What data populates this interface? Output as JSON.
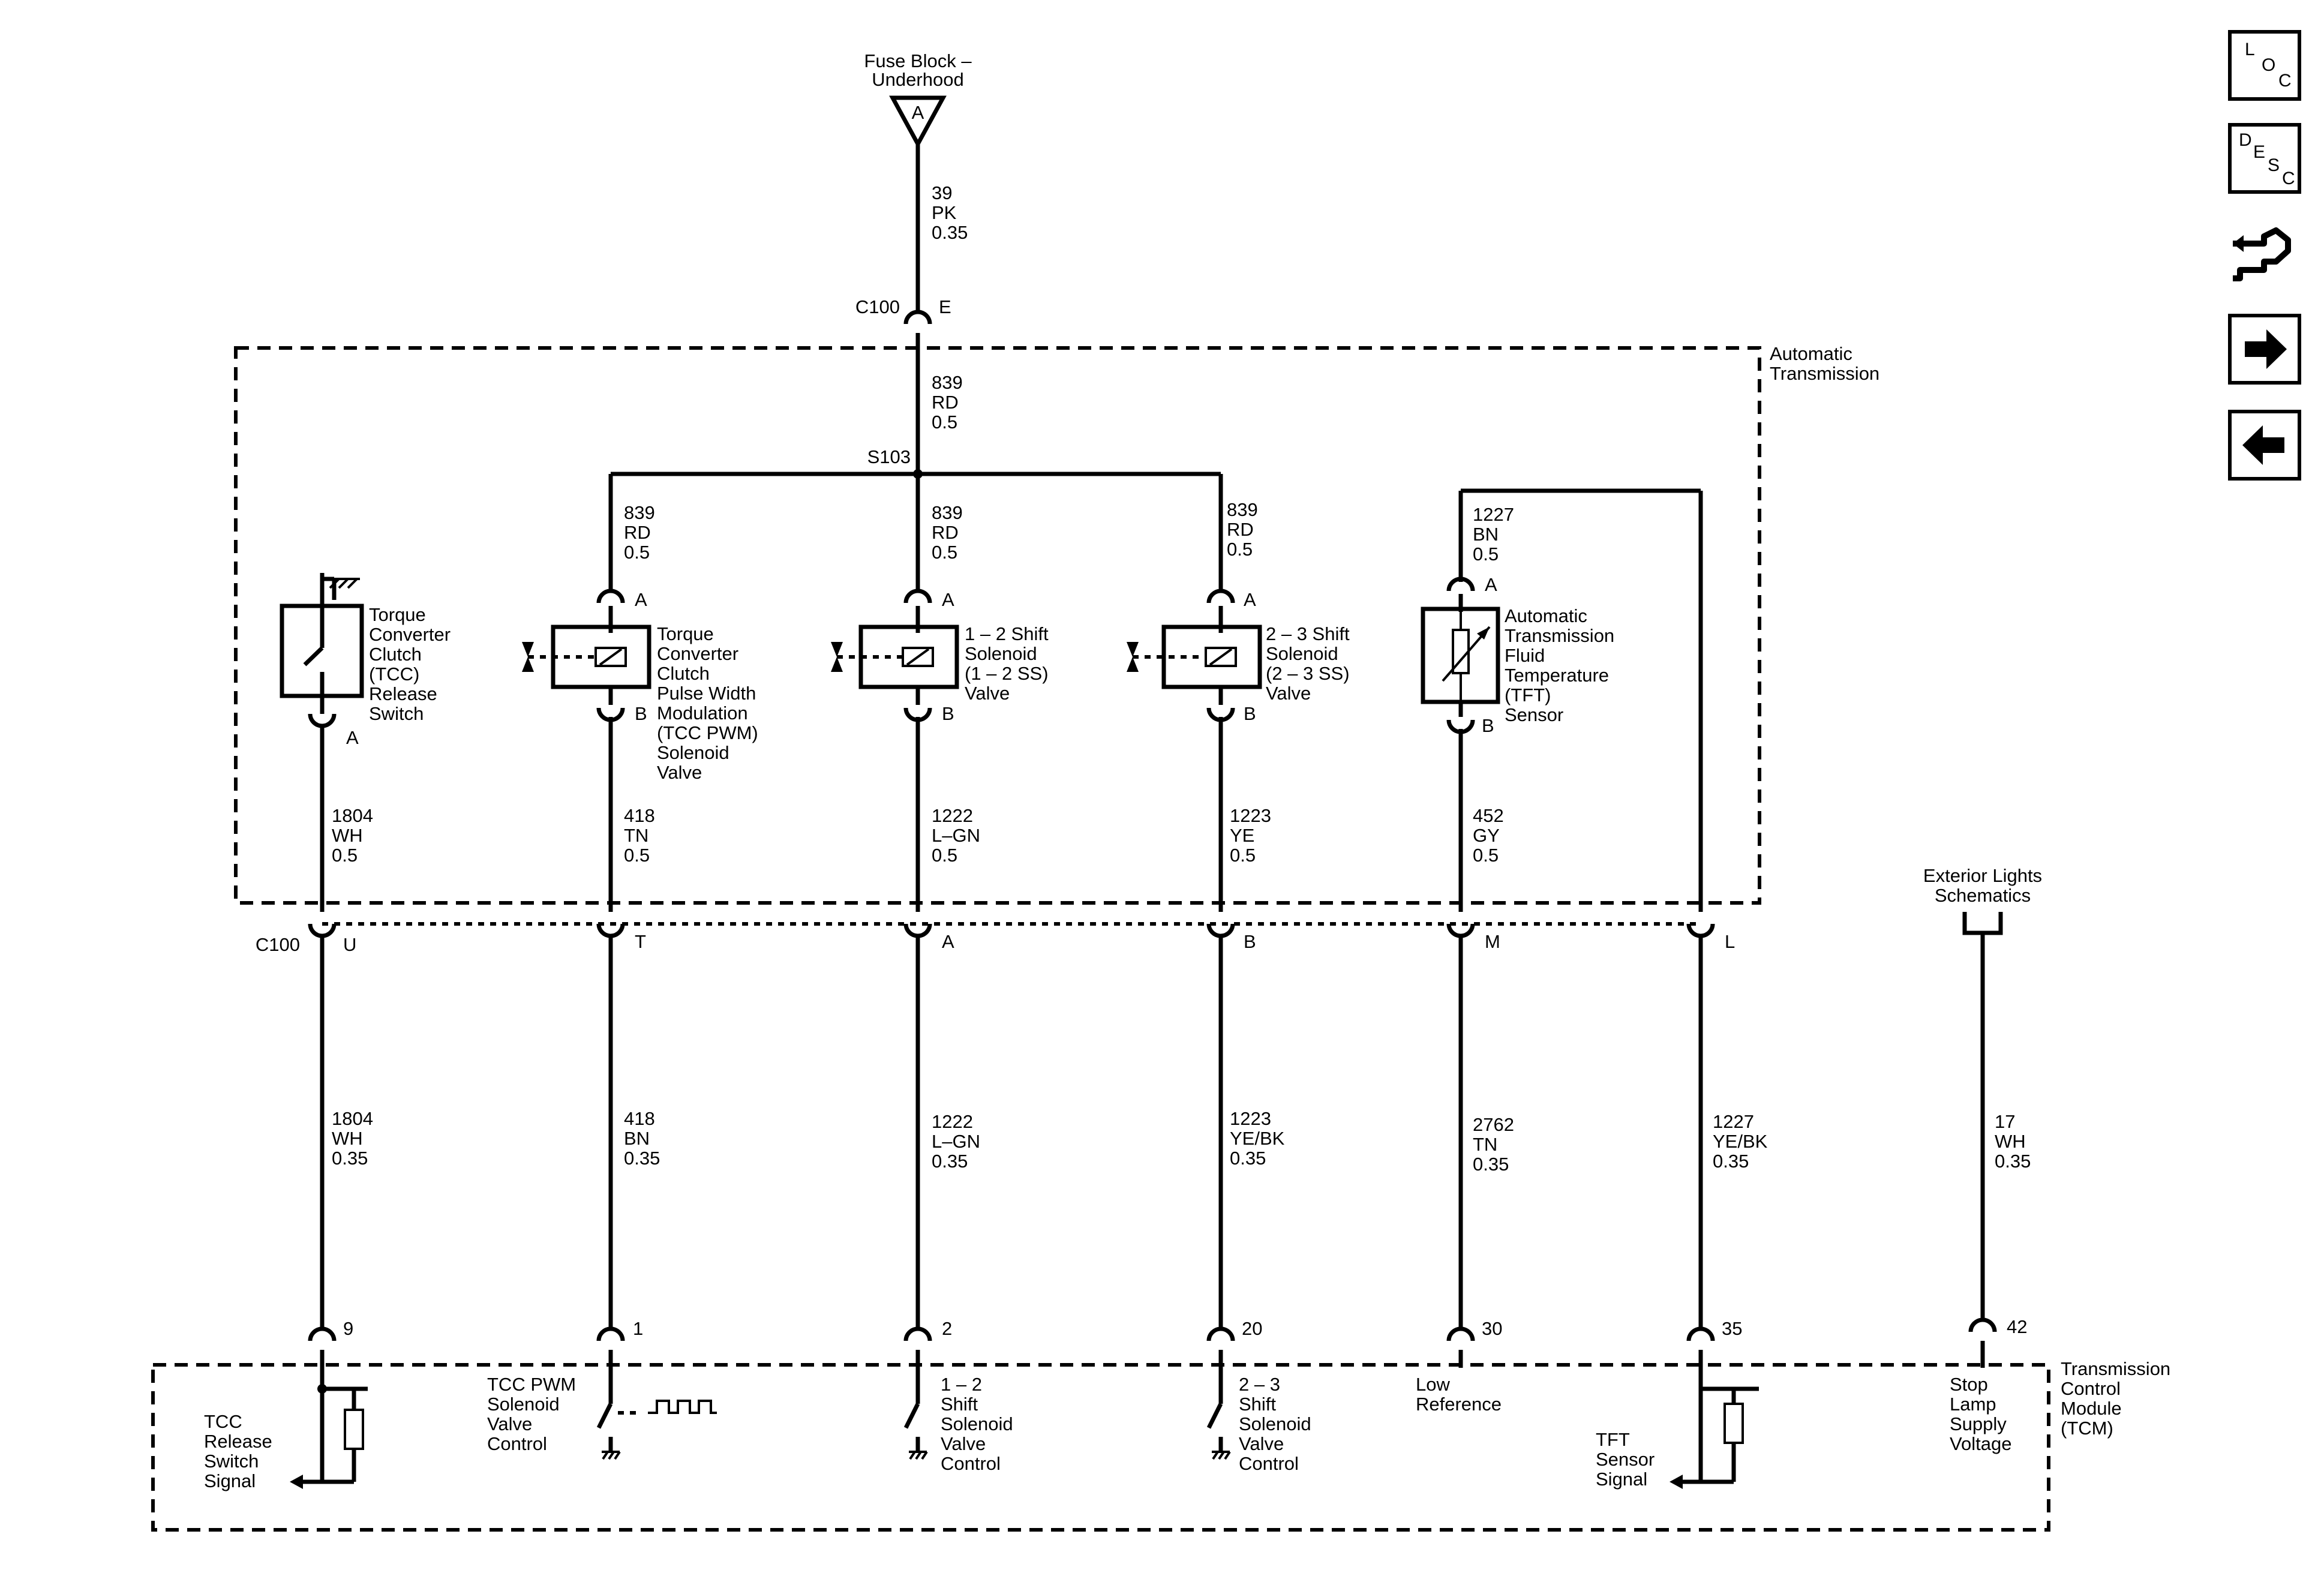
{
  "top_source": {
    "title": [
      "Fuse Block –",
      "Underhood"
    ],
    "pin": "A"
  },
  "feed_wire": [
    "39",
    "PK",
    "0.35"
  ],
  "c100_top": {
    "connector": "C100",
    "pin": "E"
  },
  "module": {
    "label": [
      "Automatic",
      "Transmission"
    ]
  },
  "main_wire": [
    "839",
    "RD",
    "0.5"
  ],
  "splice": "S103",
  "components": {
    "tcc_switch": {
      "label": [
        "Torque",
        "Converter",
        "Clutch",
        "(TCC)",
        "Release",
        "Switch"
      ],
      "pin_b": "A",
      "wire": [
        "1804",
        "WH",
        "0.5"
      ]
    },
    "tcc_pwm": {
      "label": [
        "Torque",
        "Converter",
        "Clutch",
        "Pulse Width",
        "Modulation",
        "(TCC PWM)",
        "Solenoid",
        "Valve"
      ],
      "wire_top": [
        "839",
        "RD",
        "0.5"
      ],
      "pin_a": "A",
      "pin_b": "B",
      "wire": [
        "418",
        "TN",
        "0.5"
      ]
    },
    "ss12": {
      "label": [
        "1 – 2 Shift",
        "Solenoid",
        "(1 – 2 SS)",
        "Valve"
      ],
      "wire_top": [
        "839",
        "RD",
        "0.5"
      ],
      "pin_a": "A",
      "pin_b": "B",
      "wire": [
        "1222",
        "L–GN",
        "0.5"
      ]
    },
    "ss23": {
      "label": [
        "2 – 3 Shift",
        "Solenoid",
        "(2 – 3 SS)",
        "Valve"
      ],
      "wire_top": [
        "839",
        "RD",
        "0.5"
      ],
      "pin_a": "A",
      "pin_b": "B",
      "wire": [
        "1223",
        "YE",
        "0.5"
      ]
    },
    "tft": {
      "label": [
        "Automatic",
        "Transmission",
        "Fluid",
        "Temperature",
        "(TFT)",
        "Sensor"
      ],
      "wire_top": [
        "1227",
        "BN",
        "0.5"
      ],
      "pin_a": "A",
      "pin_b": "B",
      "wire": [
        "452",
        "GY",
        "0.5"
      ]
    }
  },
  "c100_bottom": {
    "connector": "C100",
    "pins": [
      "U",
      "T",
      "A",
      "B",
      "M",
      "L"
    ]
  },
  "exterior_lights": [
    "Exterior Lights",
    "Schematics"
  ],
  "lower_wires": [
    [
      "1804",
      "WH",
      "0.35"
    ],
    [
      "418",
      "BN",
      "0.35"
    ],
    [
      "1222",
      "L–GN",
      "0.35"
    ],
    [
      "1223",
      "YE/BK",
      "0.35"
    ],
    [
      "2762",
      "TN",
      "0.35"
    ],
    [
      "1227",
      "YE/BK",
      "0.35"
    ],
    [
      "17",
      "WH",
      "0.35"
    ]
  ],
  "tcm_pins": [
    "9",
    "1",
    "2",
    "20",
    "30",
    "35",
    "42"
  ],
  "tcm": {
    "label": [
      "Transmission",
      "Control",
      "Module",
      "(TCM)"
    ],
    "circuits": [
      [
        "TCC",
        "Release",
        "Switch",
        "Signal"
      ],
      [
        "TCC PWM",
        "Solenoid",
        "Valve",
        "Control"
      ],
      [
        "1 – 2",
        "Shift",
        "Solenoid",
        "Valve",
        "Control"
      ],
      [
        "2 – 3",
        "Shift",
        "Solenoid",
        "Valve",
        "Control"
      ],
      [
        "Low",
        "Reference"
      ],
      [
        "TFT",
        "Sensor",
        "Signal"
      ],
      [
        "Stop",
        "Lamp",
        "Supply",
        "Voltage"
      ]
    ]
  },
  "nav": {
    "loc": {
      "l1": "L",
      "l2": "O",
      "l3": "C"
    },
    "desc": {
      "l1": "D",
      "l2": "E",
      "l3": "S",
      "l4": "C"
    },
    "icons": [
      "pinout-icon",
      "arrow-right-icon",
      "arrow-left-icon"
    ]
  }
}
